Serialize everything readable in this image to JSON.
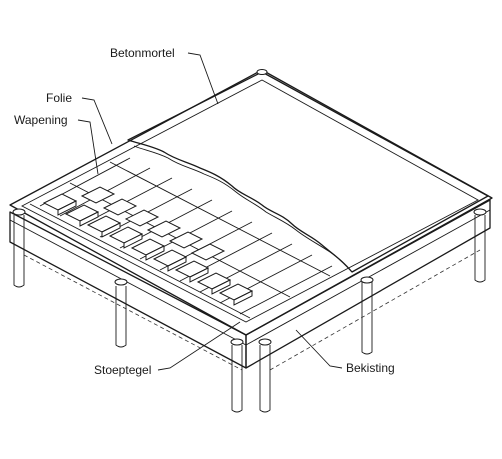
{
  "labels": {
    "betonmortel": "Betonmortel",
    "folie": "Folie",
    "wapening": "Wapening",
    "stoeptegel": "Stoeptegel",
    "bekisting": "Bekisting"
  },
  "colors": {
    "concrete": "#c8c8c8",
    "foil": "#e8e8e8",
    "tile": "#ffffff",
    "line": "#1a1a1a"
  }
}
